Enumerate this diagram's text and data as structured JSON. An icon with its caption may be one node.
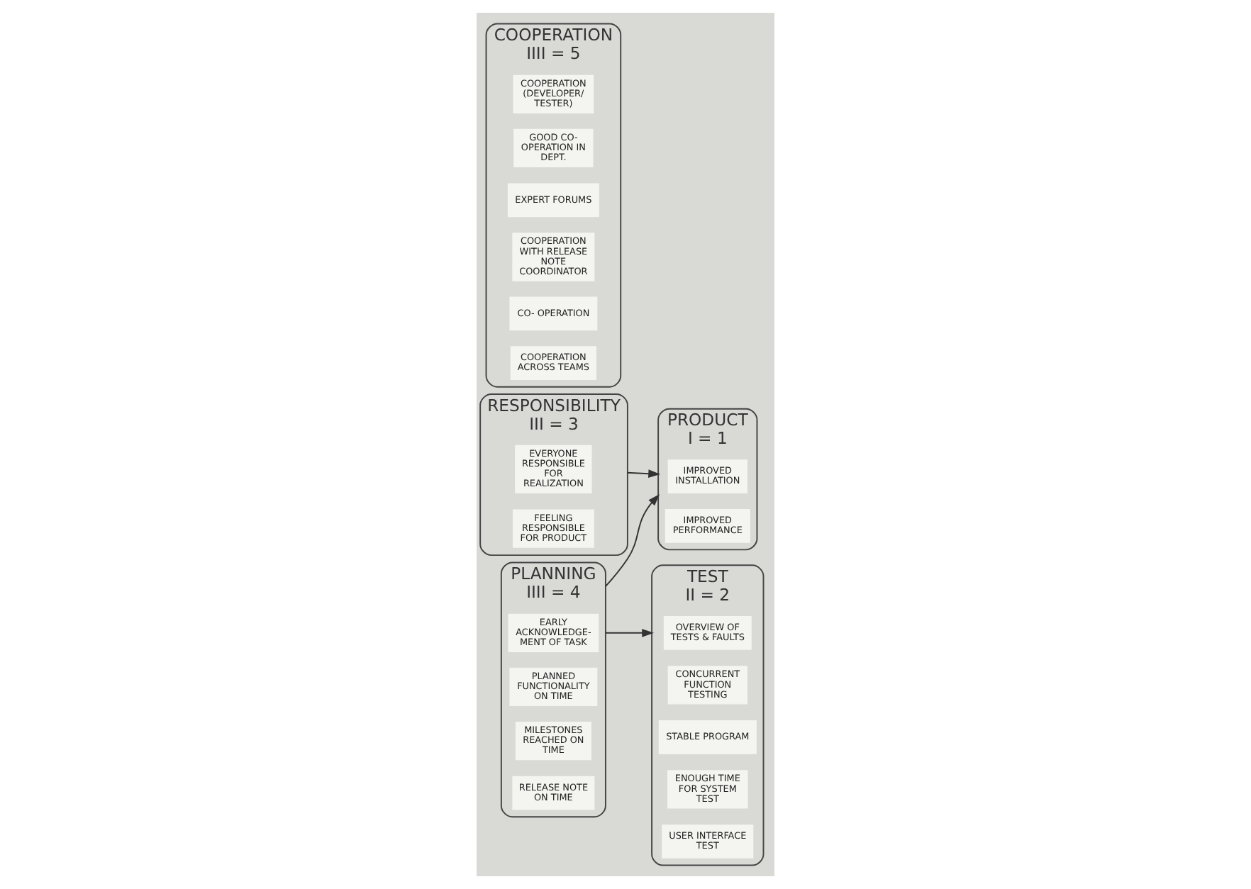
{
  "diagram": {
    "nodes": [
      {
        "text": [
          "PLANNING",
          "IIII = 4"
        ]
      },
      {
        "text": [
          "EARLY ACKNOWLEDGE- MENT OF TASK"
        ],
        "in": 0
      },
      {
        "text": [
          "PLANNED FUNCTIONALITY ON TIME"
        ],
        "in": 0
      },
      {
        "text": [
          "MILESTONES REACHED ON TIME"
        ],
        "in": 0
      },
      {
        "text": [
          "RELEASE NOTE ON TIME"
        ],
        "in": 0
      },
      {
        "text": [
          "COOPERATION",
          "IIII = 5"
        ]
      },
      {
        "text": [
          "COOPERATION (DEVELOPER/ TESTER)"
        ],
        "in": 5
      },
      {
        "text": [
          "GOOD CO- OPERATION IN DEPT."
        ],
        "in": 5
      },
      {
        "text": [
          "EXPERT FORUMS"
        ],
        "in": 5
      },
      {
        "text": [
          "COOPERATION WITH RELEASE NOTE COORDINATOR"
        ],
        "in": 5
      },
      {
        "text": [
          "CO- OPERATION"
        ],
        "in": 5
      },
      {
        "text": [
          "COOPERATION ACROSS TEAMS"
        ],
        "in": 5
      },
      {
        "text": [
          "PRODUCT",
          "I = 1"
        ]
      },
      {
        "text": [
          "IMPROVED INSTALLATION"
        ],
        "in": 12
      },
      {
        "text": [
          "IMPROVED PERFORMANCE"
        ],
        "in": 12
      },
      {
        "text": [
          "TEST",
          "II = 2"
        ]
      },
      {
        "text": [
          "OVERVIEW OF TESTS & FAULTS"
        ],
        "in": 15
      },
      {
        "text": [
          "CONCURRENT FUNCTION TESTING"
        ],
        "in": 15
      },
      {
        "text": [
          "STABLE PROGRAM"
        ],
        "in": 15
      },
      {
        "text": [
          "ENOUGH TIME FOR SYSTEM TEST"
        ],
        "in": 15
      },
      {
        "text": [
          "USER INTERFACE TEST"
        ],
        "in": 15
      },
      {
        "text": [
          "RESPONSIBILITY",
          "III = 3"
        ]
      },
      {
        "text": [
          "EVERYONE RESPONSIBLE FOR REALIZATION"
        ],
        "in": 21
      },
      {
        "text": [
          "FEELING RESPONSIBLE FOR PRODUCT"
        ],
        "in": 21
      }
    ],
    "edges": [
      {
        "from": 0,
        "to": 12,
        "arrow": "to"
      },
      {
        "from": 0,
        "to": 15,
        "arrow": "to"
      },
      {
        "from": 21,
        "to": 12,
        "arrow": "to"
      }
    ]
  }
}
